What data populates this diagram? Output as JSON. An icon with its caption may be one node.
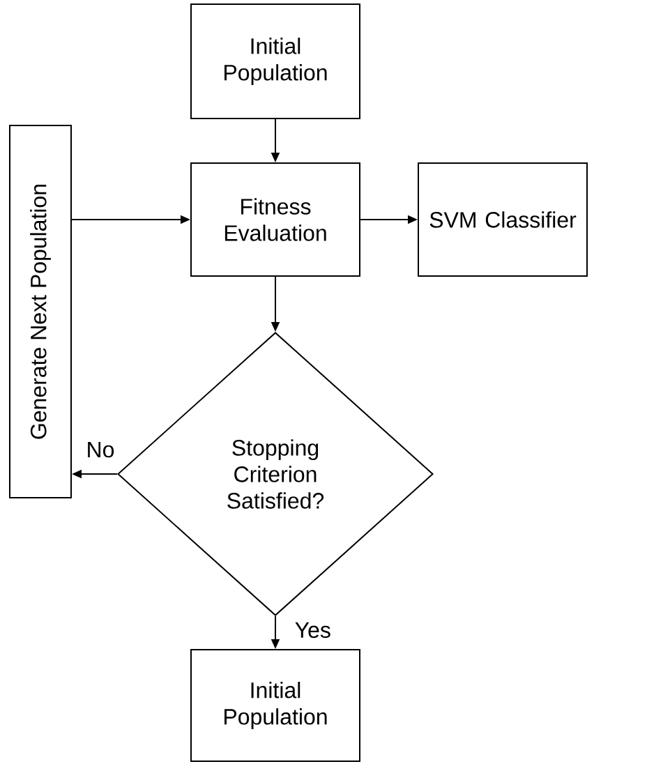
{
  "diagram": {
    "nodes": [
      {
        "text": [
          "Initial Population"
        ]
      },
      {
        "text": [
          "Generate Next Population"
        ]
      },
      {
        "text": [
          "Fitness Evaluation"
        ]
      },
      {
        "text": [
          "SVM Classifier"
        ]
      },
      {
        "text": [
          "Stopping Criterion Satisfied?"
        ]
      },
      {
        "text": [
          "Initial Population"
        ]
      }
    ],
    "edges": [
      {
        "from": 0,
        "to": 2,
        "arrow": "to"
      },
      {
        "from": 1,
        "to": 2,
        "arrow": "to"
      },
      {
        "from": 2,
        "to": 3,
        "arrow": "to"
      },
      {
        "from": 2,
        "to": 4,
        "arrow": "to"
      },
      {
        "from": 4,
        "to": 1,
        "arrow": "to",
        "label": "No"
      },
      {
        "from": 4,
        "to": 5,
        "arrow": "to",
        "label": "Yes"
      }
    ]
  }
}
